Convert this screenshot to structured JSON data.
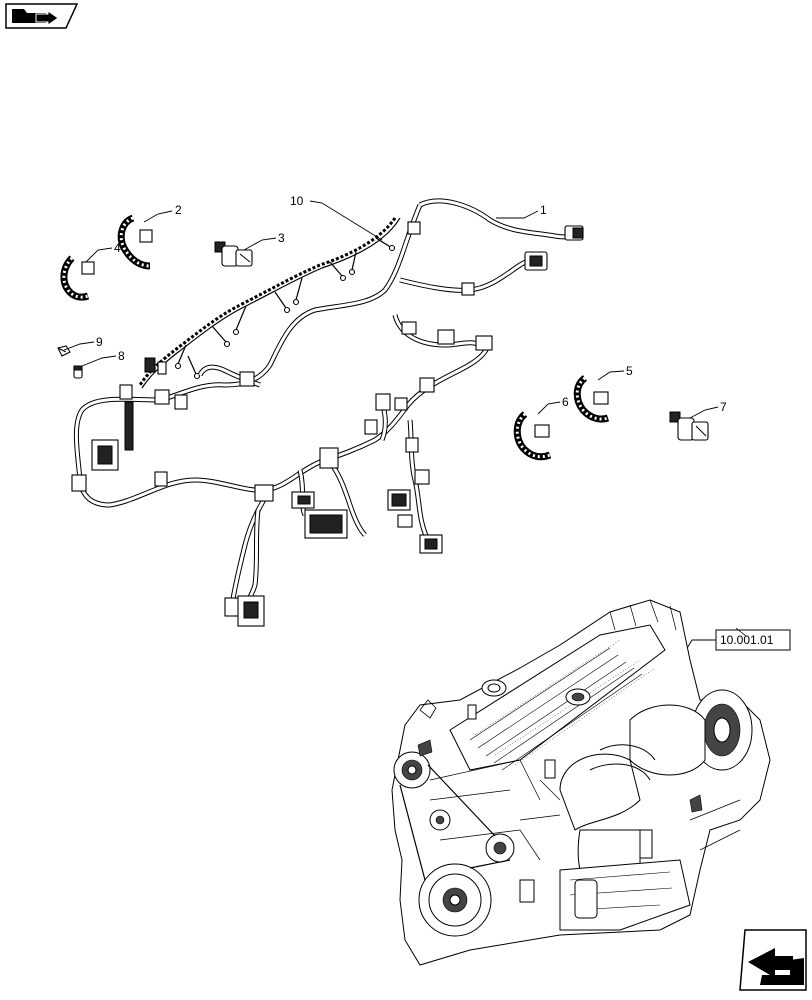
{
  "nav": {
    "top_icon": "folder-arrow-icon",
    "bottom_icon": "next-page-arrow-icon"
  },
  "callouts": [
    {
      "number": "1"
    },
    {
      "number": "2"
    },
    {
      "number": "3"
    },
    {
      "number": "4"
    },
    {
      "number": "5"
    },
    {
      "number": "6"
    },
    {
      "number": "7"
    },
    {
      "number": "8"
    },
    {
      "number": "9"
    },
    {
      "number": "10"
    }
  ],
  "reference": {
    "label": "10.001.01"
  }
}
